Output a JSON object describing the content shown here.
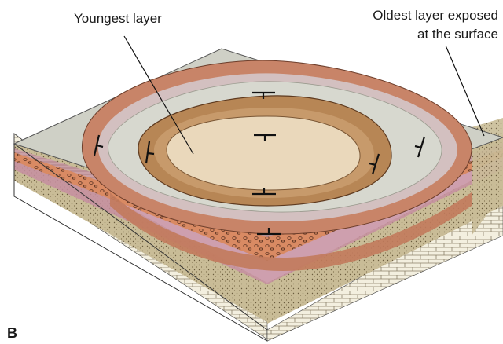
{
  "labels": {
    "youngest": "Youngest layer",
    "oldest_line1": "Oldest layer exposed",
    "oldest_line2": "at the surface",
    "panel": "B"
  },
  "colors": {
    "surface_gray": "#cfd0c6",
    "core_tan": "#e9d6b8",
    "core_brown": "#b8875a",
    "red_layer": "#c9805f",
    "pink_layer": "#c99aa0",
    "sand_layer": "#c2b48e",
    "limestone": "#f0ecd9"
  },
  "icons": [
    "strike-dip-symbol"
  ]
}
